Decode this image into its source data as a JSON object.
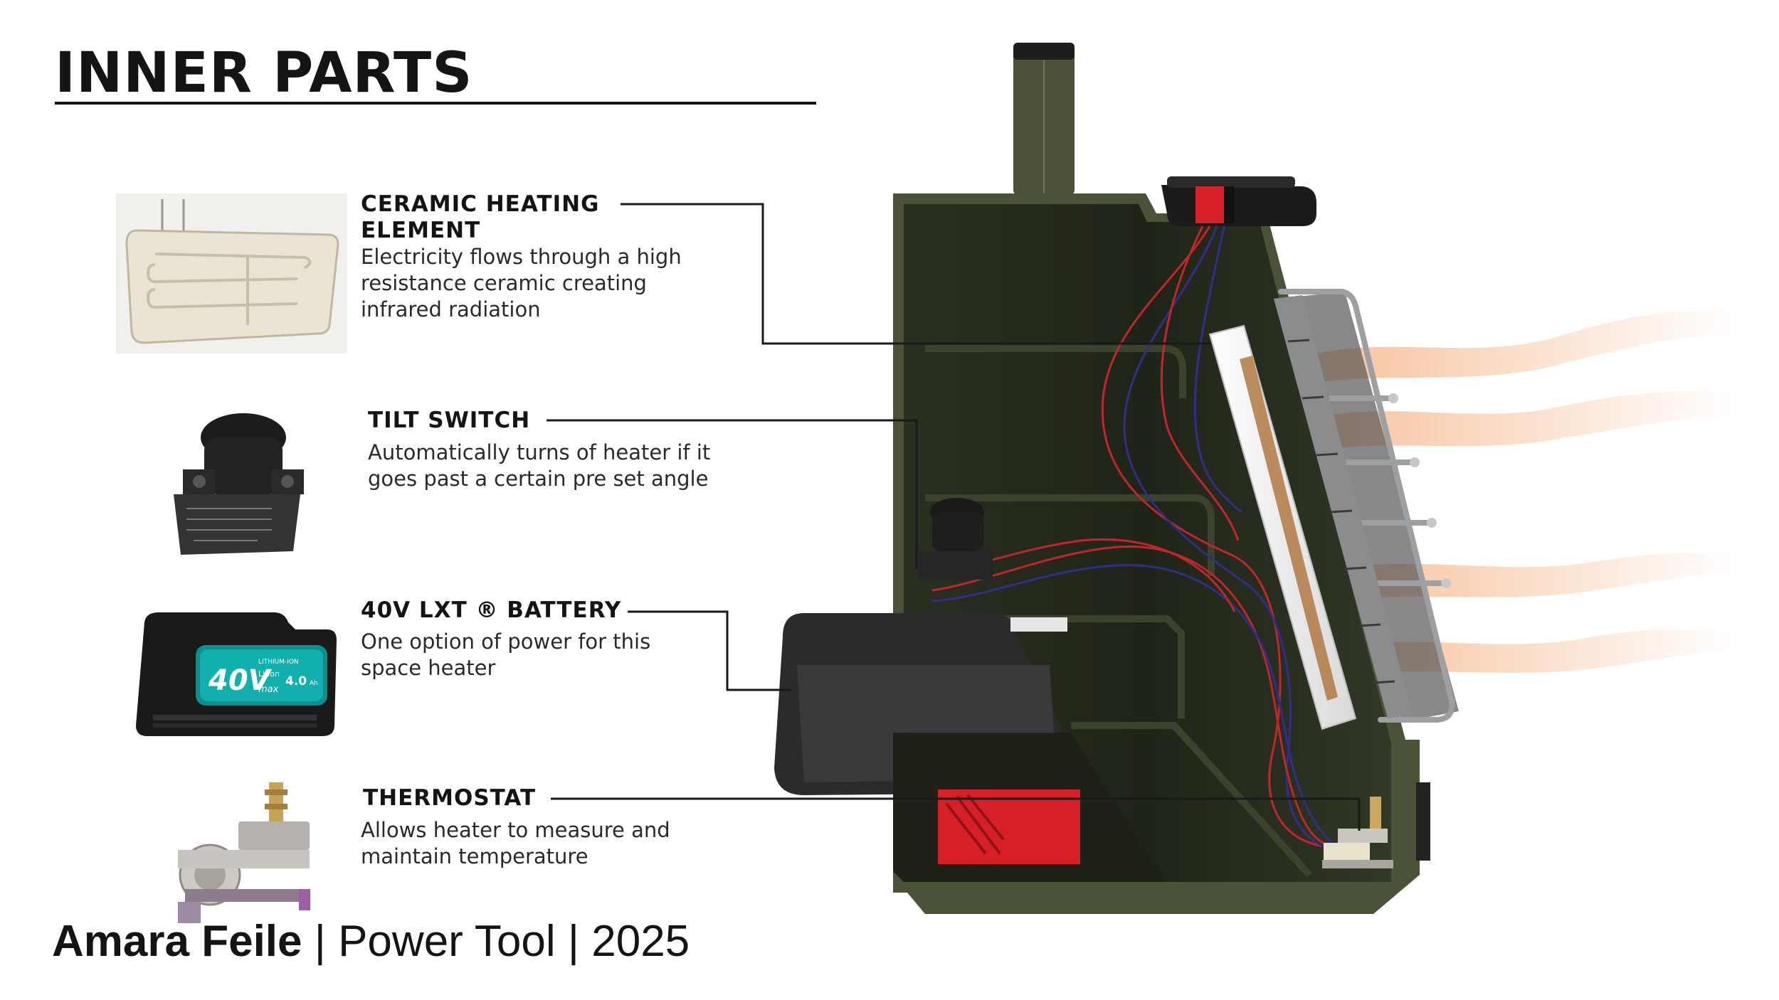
{
  "page": {
    "title": "INNER PARTS"
  },
  "parts": [
    {
      "heading_line1": "CERAMIC HEATING",
      "heading_line2": "ELEMENT",
      "description_lines": [
        "Electricity flows through a high",
        "resistance ceramic creating",
        "infrared radiation"
      ]
    },
    {
      "heading_line1": "TILT SWITCH",
      "description_lines": [
        "Automatically turns of heater if it",
        "goes past a certain pre set angle"
      ]
    },
    {
      "heading_line1": "40V LXT ® BATTERY",
      "description_lines": [
        "One option of power for this",
        "space heater"
      ]
    },
    {
      "heading_line1": "THERMOSTAT",
      "description_lines": [
        "Allows heater to measure and",
        "maintain temperature"
      ]
    }
  ],
  "battery_label": {
    "voltage": "40V",
    "chem": "LITHIUM-ION",
    "li_ion": "Li-ion",
    "max": "max",
    "capacity": "4.0",
    "unit": "Ah"
  },
  "colors": {
    "housing": "#3f4632",
    "housing_dark": "#252a1d",
    "accent_red": "#d61f27",
    "wire_red": "#c0262a",
    "wire_blue": "#2e2f8a",
    "heat_glow": "#f3a36a"
  },
  "footer": {
    "author": "Amara Feile",
    "separator": " | ",
    "course": "Power Tool",
    "year": "2025"
  }
}
